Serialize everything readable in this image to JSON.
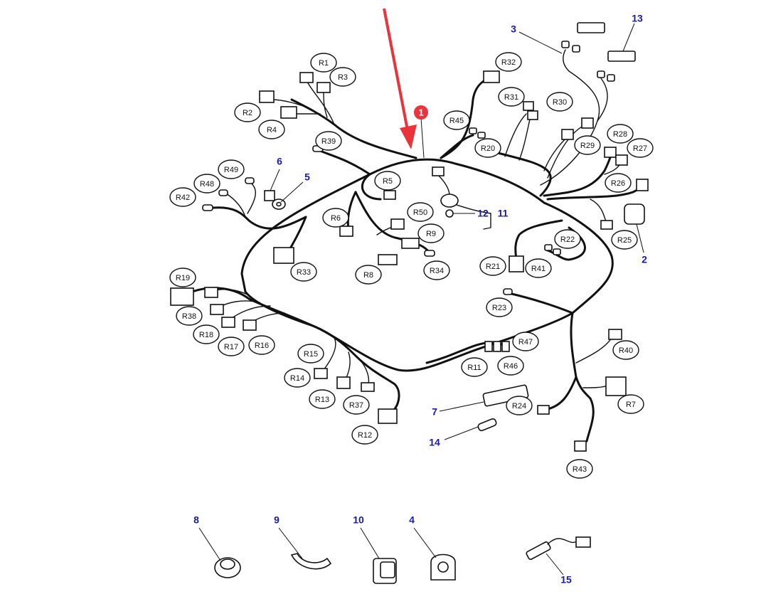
{
  "highlight": {
    "marker_label": "1",
    "marker_color": "#e8343a",
    "arrow_color": "#e8343a"
  },
  "colors": {
    "ink": "#111111",
    "callout_blue": "#1a1aa8",
    "background": "#ffffff"
  },
  "connector_refs": [
    "R1",
    "R2",
    "R3",
    "R4",
    "R5",
    "R6",
    "R7",
    "R8",
    "R9",
    "R11",
    "R12",
    "R13",
    "R14",
    "R15",
    "R16",
    "R17",
    "R18",
    "R19",
    "R20",
    "R21",
    "R22",
    "R23",
    "R24",
    "R25",
    "R26",
    "R27",
    "R28",
    "R29",
    "R30",
    "R31",
    "R32",
    "R33",
    "R34",
    "R37",
    "R38",
    "R39",
    "R40",
    "R41",
    "R42",
    "R43",
    "R45",
    "R46",
    "R47",
    "R48",
    "R49",
    "R50"
  ],
  "part_callouts": [
    "2",
    "3",
    "4",
    "5",
    "6",
    "7",
    "8",
    "9",
    "10",
    "11",
    "12",
    "13",
    "14",
    "15"
  ]
}
